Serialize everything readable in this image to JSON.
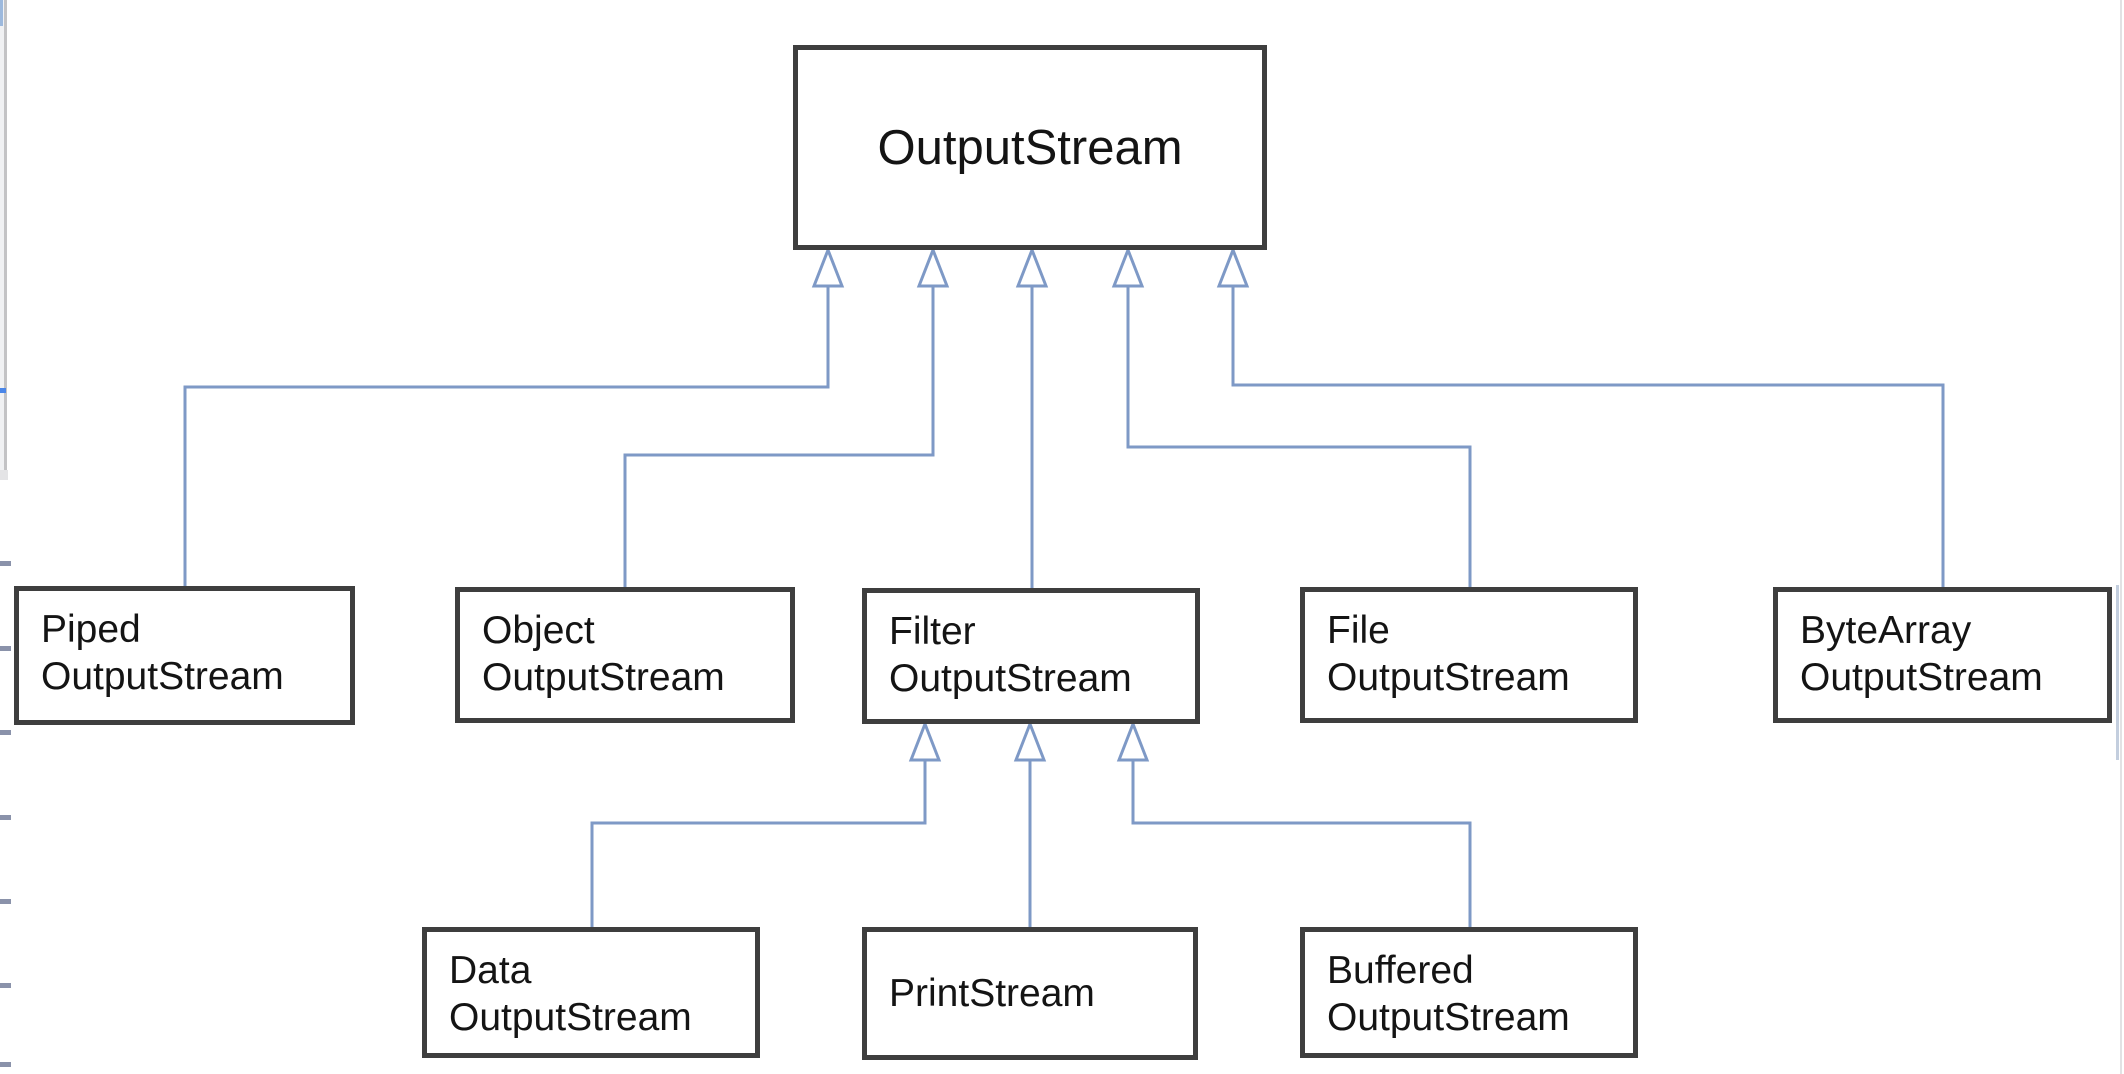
{
  "diagram": {
    "type": "uml-class-inheritance",
    "title": "OutputStream class hierarchy",
    "colors": {
      "connector": "#7E99C6",
      "box_border": "#3E3E3E",
      "text": "#141414",
      "background": "#FFFFFF"
    },
    "edges": [
      {
        "child": "PipedOutputStream",
        "parent": "OutputStream",
        "relation": "generalization"
      },
      {
        "child": "ObjectOutputStream",
        "parent": "OutputStream",
        "relation": "generalization"
      },
      {
        "child": "FilterOutputStream",
        "parent": "OutputStream",
        "relation": "generalization"
      },
      {
        "child": "FileOutputStream",
        "parent": "OutputStream",
        "relation": "generalization"
      },
      {
        "child": "ByteArrayOutputStream",
        "parent": "OutputStream",
        "relation": "generalization"
      },
      {
        "child": "DataOutputStream",
        "parent": "FilterOutputStream",
        "relation": "generalization"
      },
      {
        "child": "PrintStream",
        "parent": "FilterOutputStream",
        "relation": "generalization"
      },
      {
        "child": "BufferedOutputStream",
        "parent": "FilterOutputStream",
        "relation": "generalization"
      }
    ]
  },
  "nodes": {
    "outputstream": {
      "line1": "OutputStream"
    },
    "piped": {
      "line1": "Piped",
      "line2": "OutputStream"
    },
    "object": {
      "line1": "Object",
      "line2": "OutputStream"
    },
    "filter": {
      "line1": "Filter",
      "line2": "OutputStream"
    },
    "file": {
      "line1": "File",
      "line2": "OutputStream"
    },
    "bytearray": {
      "line1": "ByteArray",
      "line2": "OutputStream"
    },
    "data": {
      "line1": "Data",
      "line2": "OutputStream"
    },
    "printstream": {
      "line1": "PrintStream"
    },
    "buffered": {
      "line1": "Buffered",
      "line2": "OutputStream"
    }
  }
}
